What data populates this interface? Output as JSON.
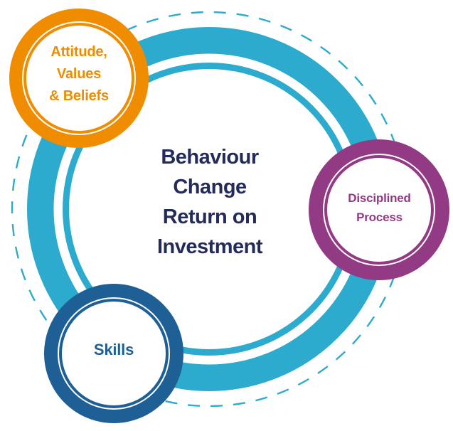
{
  "diagram": {
    "title": "Behaviour Change Return on Investment",
    "center": {
      "name": "behaviour-change-roi",
      "lines": [
        "Behaviour",
        "Change",
        "Return on",
        "Investment"
      ],
      "text_color": "#232A5C"
    },
    "rings": {
      "outer_dashed_color": "#2CABCE",
      "main_ring_color": "#2CABCE",
      "inner_thin_ring_color": "#2CABCE",
      "fill_color": "#FFFFFF"
    },
    "nodes": [
      {
        "name": "attitude-values-beliefs",
        "lines": [
          "Attitude,",
          "Values",
          "& Beliefs"
        ],
        "color": "#F08C00",
        "position": "top-left"
      },
      {
        "name": "disciplined-process",
        "lines": [
          "Disciplined",
          "Process"
        ],
        "color": "#933A85",
        "position": "right"
      },
      {
        "name": "skills",
        "lines": [
          "Skills"
        ],
        "color": "#1E5F96",
        "position": "bottom-left"
      }
    ]
  }
}
